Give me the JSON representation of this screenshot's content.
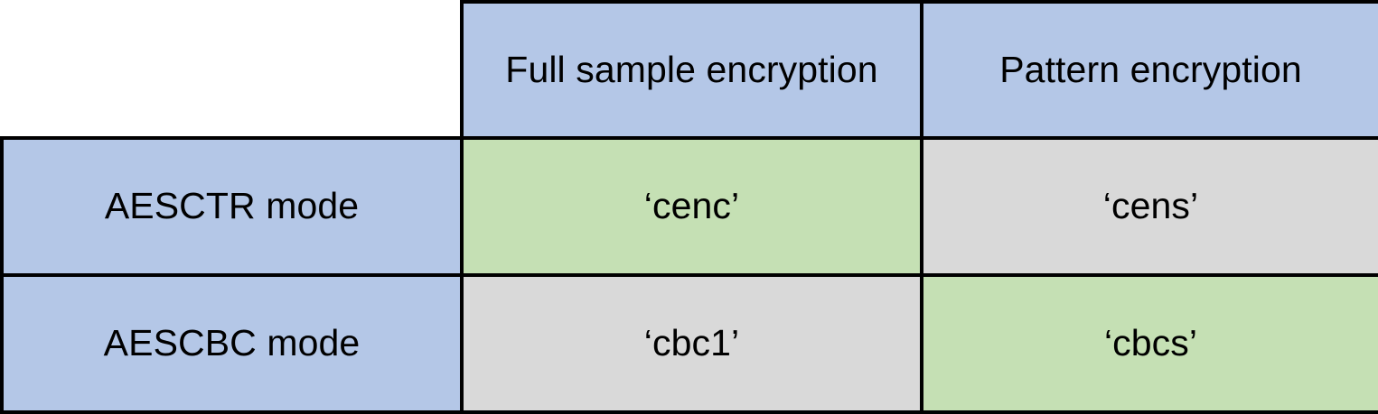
{
  "table": {
    "corner_label": "",
    "column_headers": [
      {
        "label": "Full sample encryption",
        "fill": "#b4c7e7"
      },
      {
        "label": "Pattern encryption",
        "fill": "#b4c7e7"
      }
    ],
    "rows": [
      {
        "label": "AESCTR mode",
        "label_fill": "#b4c7e7",
        "cells": [
          {
            "value": "‘cenc’",
            "fill": "#c5e0b4"
          },
          {
            "value": "‘cens’",
            "fill": "#d9d9d9"
          }
        ]
      },
      {
        "label": "AESCBC mode",
        "label_fill": "#b4c7e7",
        "cells": [
          {
            "value": "‘cbc1’",
            "fill": "#d9d9d9"
          },
          {
            "value": "‘cbcs’",
            "fill": "#c5e0b4"
          }
        ]
      }
    ],
    "colors": {
      "header_blue": "#b4c7e7",
      "highlight_green": "#c5e0b4",
      "neutral_gray": "#d9d9d9",
      "border": "#000000",
      "background": "#ffffff",
      "text": "#000000"
    }
  }
}
